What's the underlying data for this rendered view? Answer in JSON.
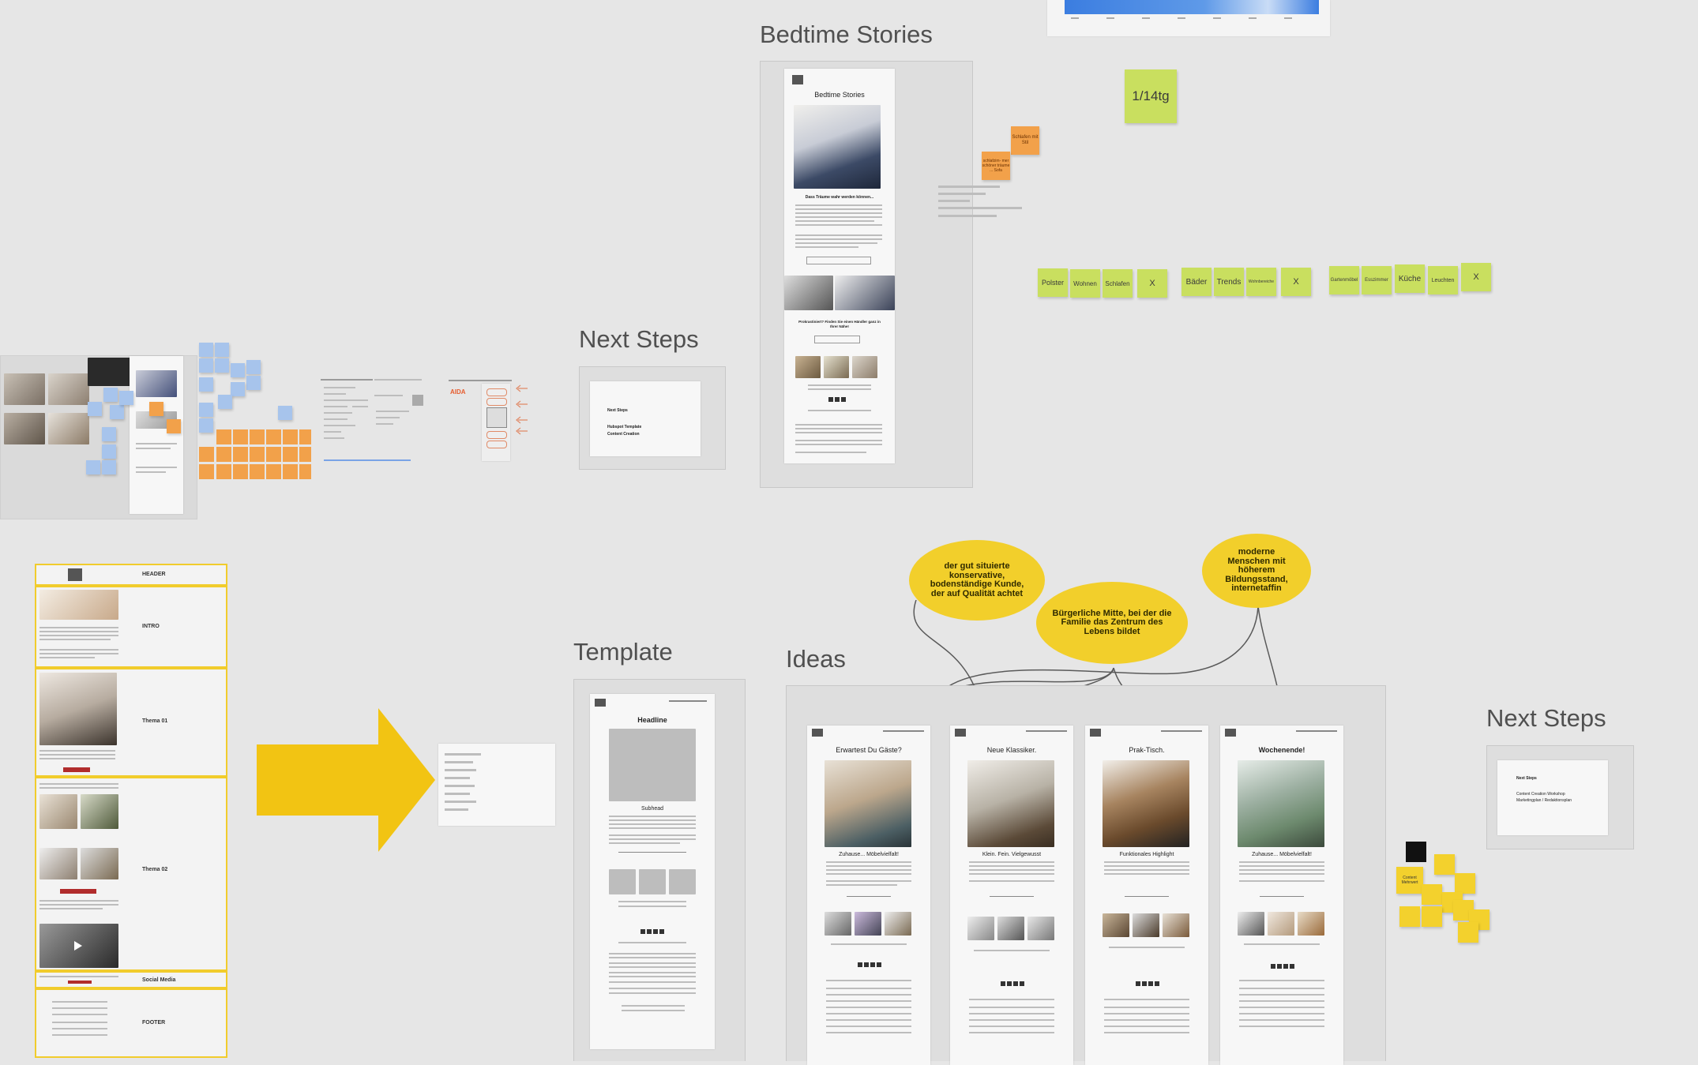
{
  "frames": {
    "bedtime": {
      "title": "Bedtime Stories",
      "doc_title": "Bedtime Stories",
      "doc_subhead": "Dass Träume wahr werden können...",
      "doc_subhead2": "Prokrastiniert? Finden Sie einen Händler ganz in Ihrer Nähe!"
    },
    "next_steps_1": {
      "title": "Next Steps",
      "items": [
        "Next Steps",
        "Hubspot Template",
        "Content Creation"
      ]
    },
    "template": {
      "title": "Template",
      "headline": "Headline",
      "subhead": "Subhead"
    },
    "ideas": {
      "title": "Ideas",
      "emails": [
        {
          "headline": "Erwartest Du Gäste?",
          "sub": "Zuhause... Möbelvielfalt!"
        },
        {
          "headline": "Neue Klassiker.",
          "sub": "Klein. Fein. Vielgewusst"
        },
        {
          "headline": "Prak-Tisch.",
          "sub": "Funktionales Highlight"
        },
        {
          "headline": "Wochenende!",
          "sub": "Zuhause... Möbelvielfalt!"
        }
      ]
    },
    "next_steps_2": {
      "title": "Next Steps",
      "items": [
        "Next Steps",
        "Content Creation Workshop",
        "Marketingplan / Redaktionsplan"
      ]
    }
  },
  "layout_labels": [
    "HEADER",
    "INTRO",
    "Thema 01",
    "Thema 02",
    "Social Media",
    "FOOTER"
  ],
  "stickies": {
    "date": "1/14tg",
    "orange": [
      "Schlafen mit Stil",
      "schlafzim- mer schöner träume ... Sofa"
    ],
    "group1": [
      "Polster",
      "Wohnen",
      "Schlafen",
      "X"
    ],
    "group2": [
      "Bäder",
      "Trends",
      "Wohnbereiche",
      "X"
    ],
    "group3": [
      "Gartenmöbel",
      "Esszimmer",
      "Küche",
      "Leuchten",
      "X"
    ],
    "content": "Content Mehrwert"
  },
  "personas": [
    "der gut situierte konservative, bodenständige Kunde, der auf Qualität achtet",
    "Bürgerliche Mitte, bei der die Familie das Zentrum des Lebens bildet",
    "moderne Menschen mit höherem Bildungsstand, internetaffin"
  ],
  "aida_label": "AIDA",
  "colors": {
    "canvas": "#e6e6e6",
    "sticky_green": "#c9df5f",
    "sticky_orange": "#f2a14a",
    "sticky_yellow": "#f3d12d",
    "sticky_blue": "#a7c4ec",
    "arrow": "#f2c413",
    "accent_blue": "#3b7de0"
  }
}
